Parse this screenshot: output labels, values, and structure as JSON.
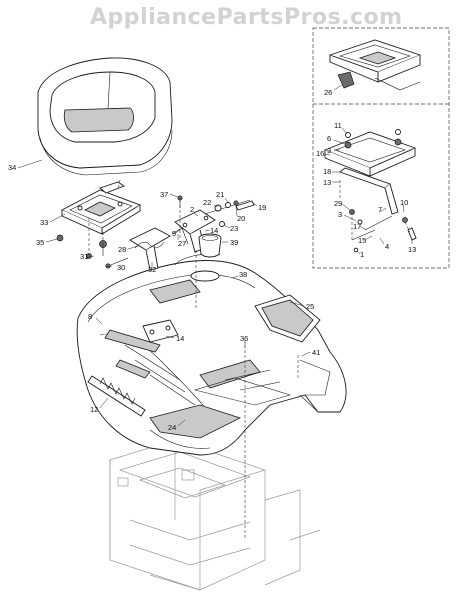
{
  "watermark": "AppliancePartsPros.com",
  "callouts": [
    "34",
    "33",
    "35",
    "31",
    "30",
    "28",
    "32",
    "27",
    "37",
    "9",
    "2",
    "22",
    "21",
    "20",
    "19",
    "23",
    "14",
    "39",
    "38",
    "25",
    "8",
    "14",
    "36",
    "41",
    "12",
    "24",
    "26",
    "11",
    "6",
    "3",
    "16",
    "18",
    "13",
    "29",
    "3",
    "17",
    "7",
    "10",
    "15",
    "4",
    "1",
    "13"
  ]
}
